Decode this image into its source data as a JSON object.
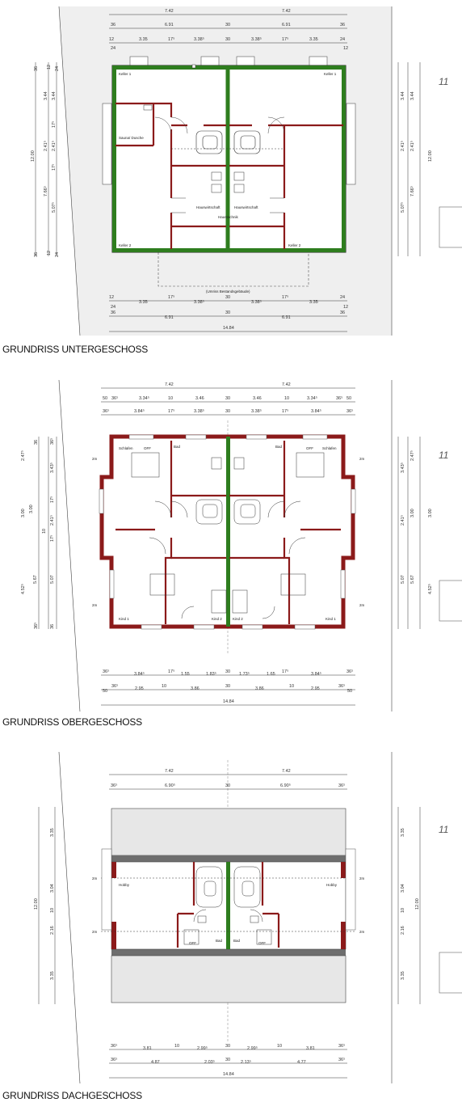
{
  "captions": {
    "ug": "GRUNDRISS UNTERGESCHOSS",
    "og": "GRUNDRISS OBERGESCHOSS",
    "dg": "GRUNDRISS DACHGESCHOSS"
  },
  "side_mark": "11",
  "ug": {
    "top1": [
      "7.42",
      "7.42"
    ],
    "top2": [
      "36",
      "6.91",
      "30",
      "6.91",
      "36"
    ],
    "top3": [
      "12",
      "3.35",
      "17⁵",
      "3.38⁵",
      "30",
      "3.38⁵",
      "17⁵",
      "3.35",
      "24"
    ],
    "top3b": [
      "24",
      "12"
    ],
    "bot1": [
      "12",
      "3.35",
      "17⁵",
      "3.38⁵",
      "30",
      "3.38⁵",
      "17⁵",
      "3.35",
      "24"
    ],
    "bot1b": [
      "24",
      "12"
    ],
    "bot2": [
      "36",
      "6.91",
      "30",
      "6.91",
      "36"
    ],
    "bot3": "14.84",
    "left_outer": "12.00",
    "left_mid": [
      "3.44",
      "2.41⁵",
      "7.66⁵"
    ],
    "left_inner": [
      "3.44",
      "17⁵",
      "2.41⁵",
      "17⁵",
      "5.07⁵"
    ],
    "left_small": [
      "36",
      "12",
      "24",
      "36",
      "12",
      "24"
    ],
    "rooms": {
      "keller1_l": "Keller 1",
      "keller1_r": "Keller 1",
      "sauna": "Sauna/ Dusche",
      "hw_l": "Hauswirtschaft",
      "hw_r": "Hauswirtschaft",
      "haustechnik": "Haustechnik",
      "keller2_l": "Keller 2",
      "keller2_r": "Keller 2",
      "bestand": "(Umriss Bestandsgebäude)"
    }
  },
  "og": {
    "top1": [
      "7.42",
      "7.42"
    ],
    "top2": [
      "50",
      "36⁵",
      "3.34⁵",
      "10",
      "3.46",
      "30",
      "3.46",
      "10",
      "3.34⁵",
      "36⁵",
      "50"
    ],
    "top3": [
      "36⁵",
      "3.84⁵",
      "17⁵",
      "3.38⁵",
      "30",
      "3.38⁵",
      "17⁵",
      "3.84⁵",
      "36⁵"
    ],
    "bot1": [
      "36⁵",
      "3.84⁵",
      "17⁵",
      "1.55",
      "1.83⁵",
      "30",
      "1.73⁵",
      "1.65",
      "17⁵",
      "3.84⁵",
      "36⁵"
    ],
    "bot2": [
      "50",
      "36⁵",
      "2.95",
      "10",
      "3.86",
      "30",
      "3.86",
      "10",
      "2.95",
      "36⁵",
      "50"
    ],
    "bot3": "14.84",
    "left_outer": [
      "2.47⁵",
      "3.00",
      "4.52⁵",
      "3.00"
    ],
    "left_mid": [
      "3.43⁵",
      "17⁵",
      "2.41⁵",
      "17⁵",
      "10",
      "5.07",
      "5.67"
    ],
    "left_small": [
      "36",
      "36⁵",
      "36⁵",
      "36"
    ],
    "two_m": "2m",
    "rooms": {
      "schlafen_l": "Schlafen",
      "off_l": "OFF",
      "bad_l": "Bad",
      "bad_r": "Bad",
      "off_r": "OFF",
      "schlafen_r": "Schlafen",
      "kind1_l": "Kind 1",
      "kind2_l": "Kind 2",
      "kind2_r": "Kind 2",
      "kind1_r": "Kind 1"
    }
  },
  "dg": {
    "top1": [
      "7.42",
      "7.42"
    ],
    "top2": [
      "36⁵",
      "6.90⁵",
      "30",
      "6.90⁵",
      "36⁵"
    ],
    "bot1": [
      "36⁵",
      "3.81",
      "10",
      "2.99⁵",
      "30",
      "2.99⁵",
      "10",
      "3.81",
      "36⁵"
    ],
    "bot2": [
      "36⁵",
      "4.87",
      "2.03⁵",
      "30",
      "2.13⁵",
      "4.77",
      "36⁵"
    ],
    "bot3": "14.84",
    "left_outer": "12.00",
    "left_mid": [
      "3.35",
      "3.04",
      "10",
      "2.16",
      "3.35"
    ],
    "two_m": "2m",
    "rooms": {
      "hobby_l": "Hobby",
      "hobby_r": "Hobby",
      "bad_l": "Bad",
      "bad_r": "Bad",
      "off_l": "OFF",
      "off_r": "OFF"
    }
  }
}
